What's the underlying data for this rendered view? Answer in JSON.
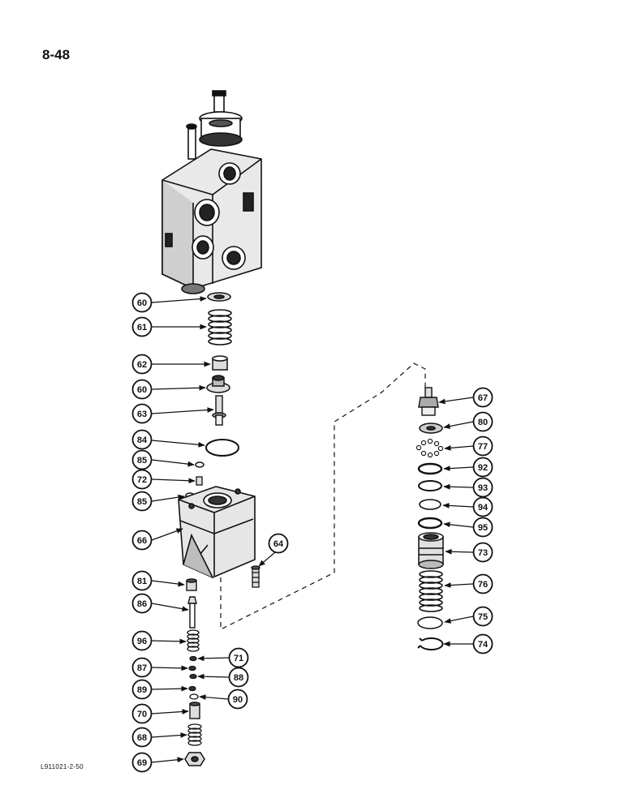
{
  "page": {
    "page_number": "8-48",
    "figure_id": "L911021-2-50"
  },
  "callouts": [
    {
      "id": "c60a",
      "label": "60"
    },
    {
      "id": "c61",
      "label": "61"
    },
    {
      "id": "c62",
      "label": "62"
    },
    {
      "id": "c60b",
      "label": "60"
    },
    {
      "id": "c63",
      "label": "63"
    },
    {
      "id": "c84",
      "label": "84"
    },
    {
      "id": "c85a",
      "label": "85"
    },
    {
      "id": "c72",
      "label": "72"
    },
    {
      "id": "c85b",
      "label": "85"
    },
    {
      "id": "c66",
      "label": "66"
    },
    {
      "id": "c64",
      "label": "64"
    },
    {
      "id": "c81",
      "label": "81"
    },
    {
      "id": "c86",
      "label": "86"
    },
    {
      "id": "c96",
      "label": "96"
    },
    {
      "id": "c71",
      "label": "71"
    },
    {
      "id": "c87",
      "label": "87"
    },
    {
      "id": "c88",
      "label": "88"
    },
    {
      "id": "c89",
      "label": "89"
    },
    {
      "id": "c90",
      "label": "90"
    },
    {
      "id": "c70",
      "label": "70"
    },
    {
      "id": "c68",
      "label": "68"
    },
    {
      "id": "c69",
      "label": "69"
    },
    {
      "id": "c67",
      "label": "67"
    },
    {
      "id": "c80",
      "label": "80"
    },
    {
      "id": "c77",
      "label": "77"
    },
    {
      "id": "c92",
      "label": "92"
    },
    {
      "id": "c93",
      "label": "93"
    },
    {
      "id": "c94",
      "label": "94"
    },
    {
      "id": "c95",
      "label": "95"
    },
    {
      "id": "c73",
      "label": "73"
    },
    {
      "id": "c76",
      "label": "76"
    },
    {
      "id": "c75",
      "label": "75"
    },
    {
      "id": "c74",
      "label": "74"
    }
  ]
}
